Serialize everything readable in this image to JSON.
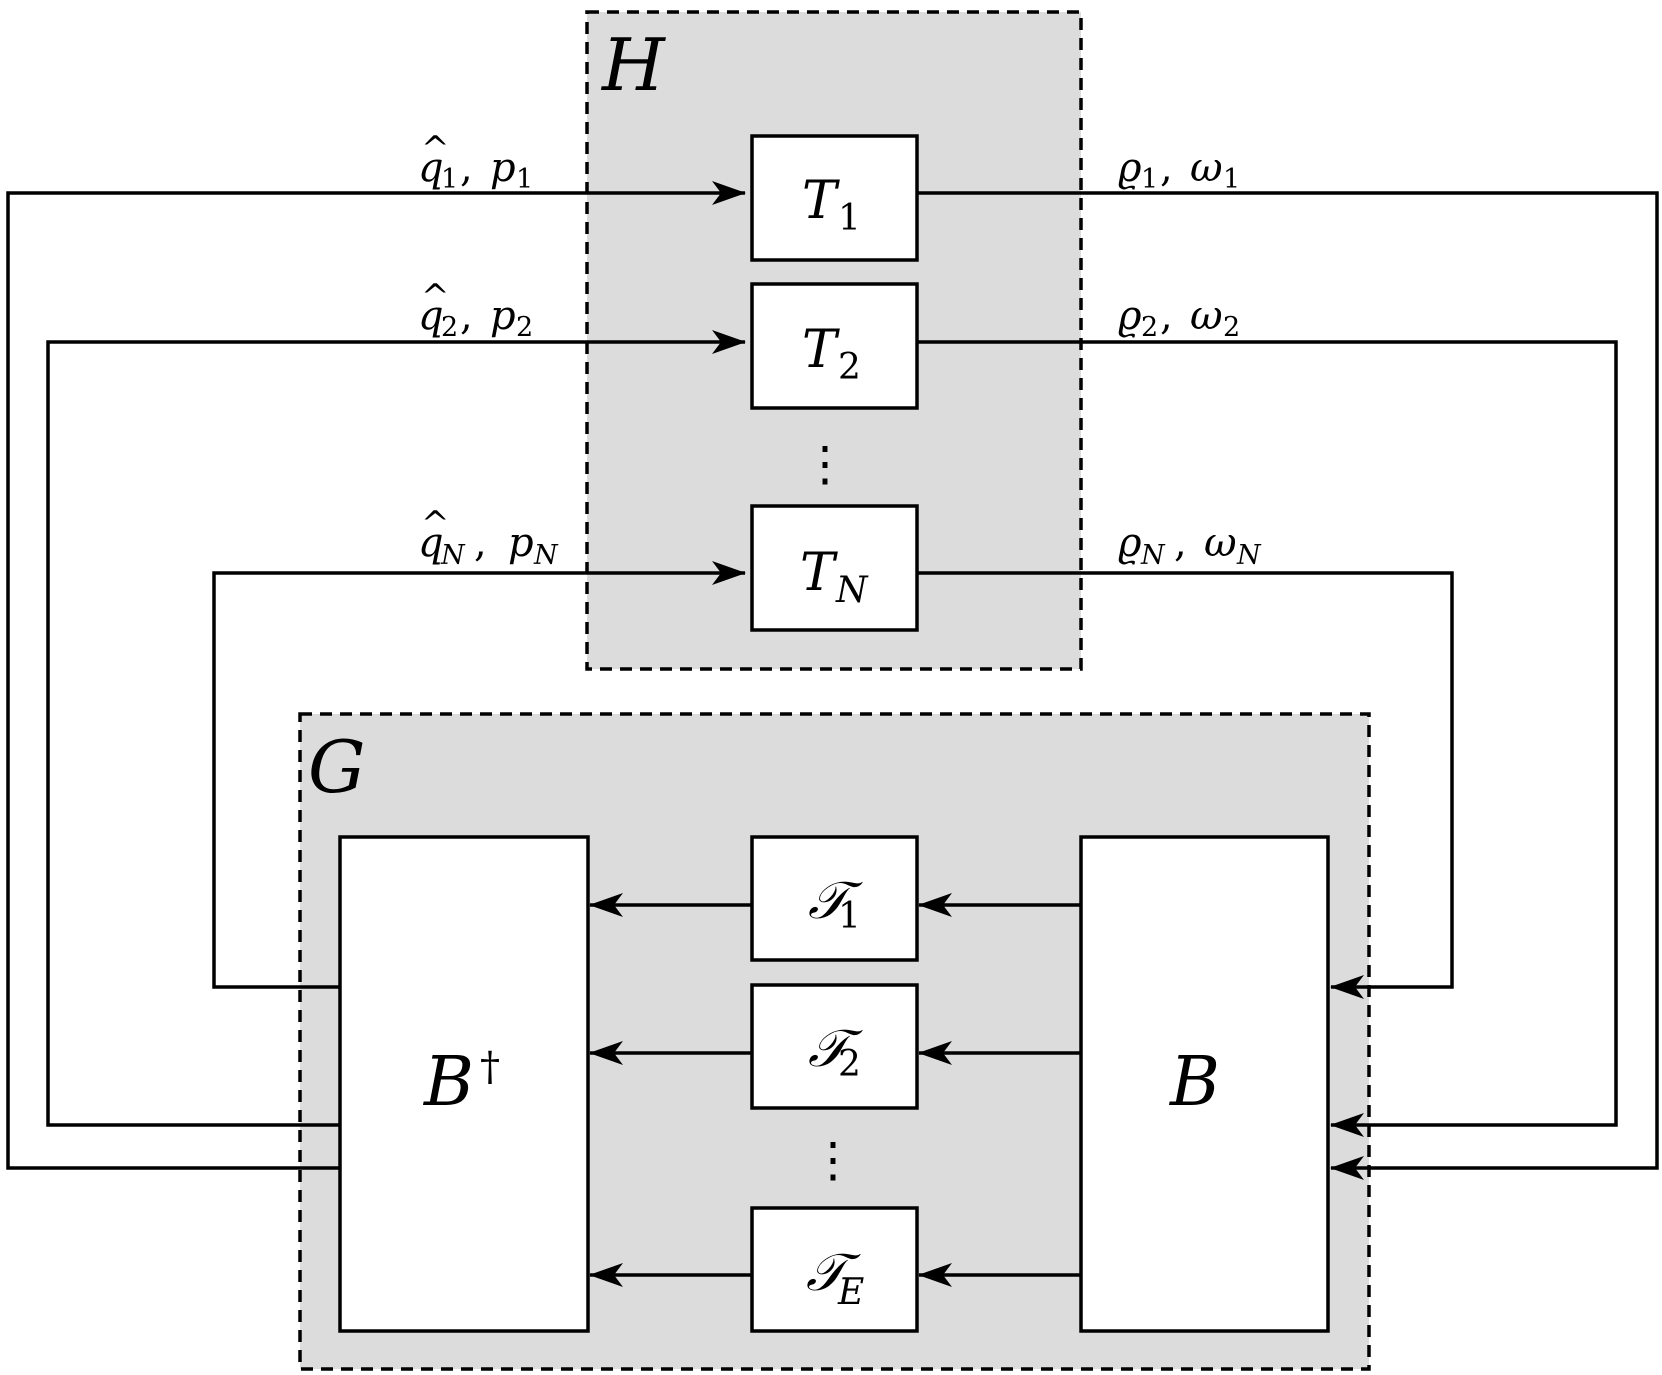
{
  "groups": {
    "H": {
      "label": "H"
    },
    "G": {
      "label": "G"
    }
  },
  "agents": [
    {
      "base": "T",
      "sub": "1",
      "input": {
        "q": "q",
        "qsub": "1",
        "p": "p",
        "psub": "1"
      },
      "output": {
        "rho": "ϱ",
        "rhosub": "1",
        "omega": "ω",
        "omegasub": "1"
      }
    },
    {
      "base": "T",
      "sub": "2",
      "input": {
        "q": "q",
        "qsub": "2",
        "p": "p",
        "psub": "2"
      },
      "output": {
        "rho": "ϱ",
        "rhosub": "2",
        "omega": "ω",
        "omegasub": "2"
      }
    },
    {
      "base": "T",
      "sub": "N",
      "input": {
        "q": "q",
        "qsub": "N",
        "p": "p",
        "psub": "N"
      },
      "output": {
        "rho": "ϱ",
        "rhosub": "N",
        "omega": "ω",
        "omegasub": "N"
      }
    }
  ],
  "edges": [
    {
      "base": "𝒯",
      "sub": "1"
    },
    {
      "base": "𝒯",
      "sub": "2"
    },
    {
      "base": "𝒯",
      "sub": "E"
    }
  ],
  "incidence": {
    "label": "B"
  },
  "incidence_adjoint": {
    "label": "B",
    "sup": "†"
  },
  "ellipsis": "⋮",
  "comma": ","
}
